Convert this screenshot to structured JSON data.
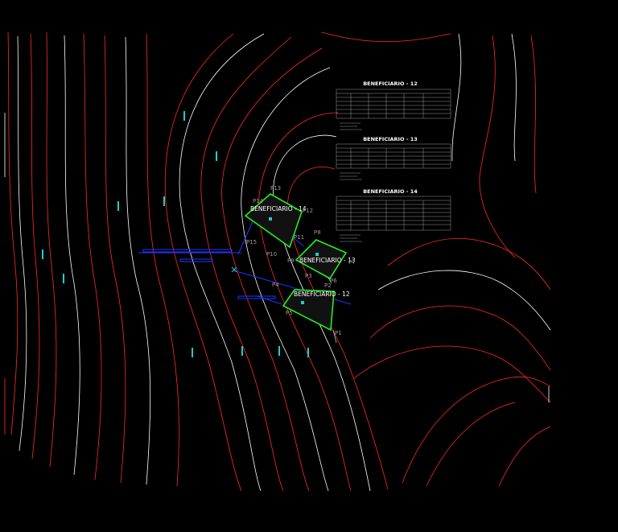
{
  "colors": {
    "background": "#000000",
    "contour_major": "#ffffff",
    "contour_minor": "#ff2a2a",
    "parcel_outline": "#22ee22",
    "point_label": "#9a9a9a",
    "road_line": "#2233ff",
    "contour_label": "#22cccc",
    "table_line": "#bbbbbb"
  },
  "parcels": [
    {
      "title": "BENEFICIARIO - 14",
      "points": [
        "P13",
        "P14",
        "P12",
        "P11",
        "P15",
        "P10"
      ]
    },
    {
      "title": "BENEFICIARIO - 13",
      "points": [
        "P8",
        "P9",
        "P7",
        "P3",
        "P2"
      ]
    },
    {
      "title": "BENEFICIARIO - 12",
      "points": [
        "P4",
        "P5",
        "P1",
        "P6"
      ]
    }
  ],
  "tables": [
    {
      "title": "BENEFICIARIO - 12",
      "rows": 5,
      "note_lines": 3
    },
    {
      "title": "BENEFICIARIO - 13",
      "rows": 4,
      "note_lines": 3
    },
    {
      "title": "BENEFICIARIO - 14",
      "rows": 7,
      "note_lines": 3
    }
  ],
  "point_labels": [
    "P13",
    "P14",
    "P12",
    "P11",
    "P8",
    "P15",
    "P10",
    "P9",
    "P7",
    "P3",
    "P2",
    "P4",
    "P6",
    "P5",
    "P1"
  ]
}
